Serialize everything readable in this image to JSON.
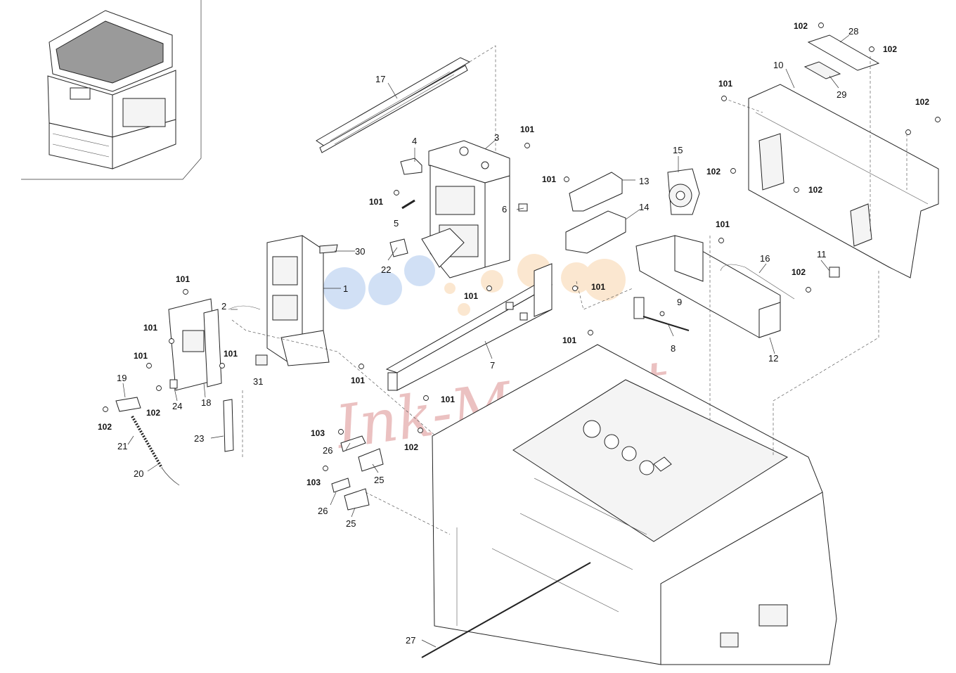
{
  "watermark_text": "Ink-Market",
  "colors": {
    "watermark_blue": "#c9dbf4",
    "watermark_orange": "#fbe3c8",
    "watermark_red": "#e8b7b7",
    "line": "#222222"
  },
  "labels": {
    "p1": "1",
    "p2": "2",
    "p3": "3",
    "p4": "4",
    "p5": "5",
    "p6": "6",
    "p7": "7",
    "p8": "8",
    "p9": "9",
    "p10": "10",
    "p11": "11",
    "p12": "12",
    "p13": "13",
    "p14": "14",
    "p15": "15",
    "p16": "16",
    "p17": "17",
    "p18": "18",
    "p19": "19",
    "p20": "20",
    "p21": "21",
    "p22": "22",
    "p23": "23",
    "p24": "24",
    "p25a": "25",
    "p25b": "25",
    "p26a": "26",
    "p26b": "26",
    "p27": "27",
    "p28": "28",
    "p29": "29",
    "p30": "30",
    "p31": "31",
    "s101": "101",
    "s102": "102",
    "s103": "103"
  }
}
